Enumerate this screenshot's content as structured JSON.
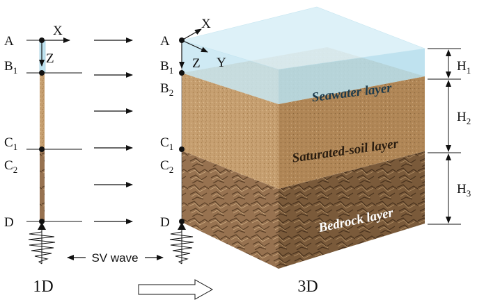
{
  "oned": {
    "axis_x": "X",
    "axis_z": "Z",
    "points": [
      {
        "letter": "A",
        "sub": ""
      },
      {
        "letter": "B",
        "sub": "1"
      },
      {
        "letter": "C",
        "sub": "1"
      },
      {
        "letter": "C",
        "sub": "2"
      },
      {
        "letter": "D",
        "sub": ""
      }
    ]
  },
  "threed": {
    "axis_x": "X",
    "axis_y": "Y",
    "axis_z": "Z",
    "points": [
      {
        "letter": "A",
        "sub": ""
      },
      {
        "letter": "B",
        "sub": "1"
      },
      {
        "letter": "B",
        "sub": "2"
      },
      {
        "letter": "C",
        "sub": "1"
      },
      {
        "letter": "C",
        "sub": "2"
      },
      {
        "letter": "D",
        "sub": ""
      }
    ]
  },
  "layers": {
    "seawater": "Seawater layer",
    "saturated": "Saturated-soil layer",
    "bedrock": "Bedrock layer"
  },
  "heights": [
    {
      "letter": "H",
      "sub": "1"
    },
    {
      "letter": "H",
      "sub": "2"
    },
    {
      "letter": "H",
      "sub": "3"
    }
  ],
  "wave_label": "SV wave",
  "label_1d": "1D",
  "label_3d": "3D",
  "colors": {
    "water": "#bfe3f0",
    "sand": "#c9a273",
    "sand_dark": "#a97e51",
    "rock": "#8c6a45",
    "rock_dark": "#5e4429"
  }
}
